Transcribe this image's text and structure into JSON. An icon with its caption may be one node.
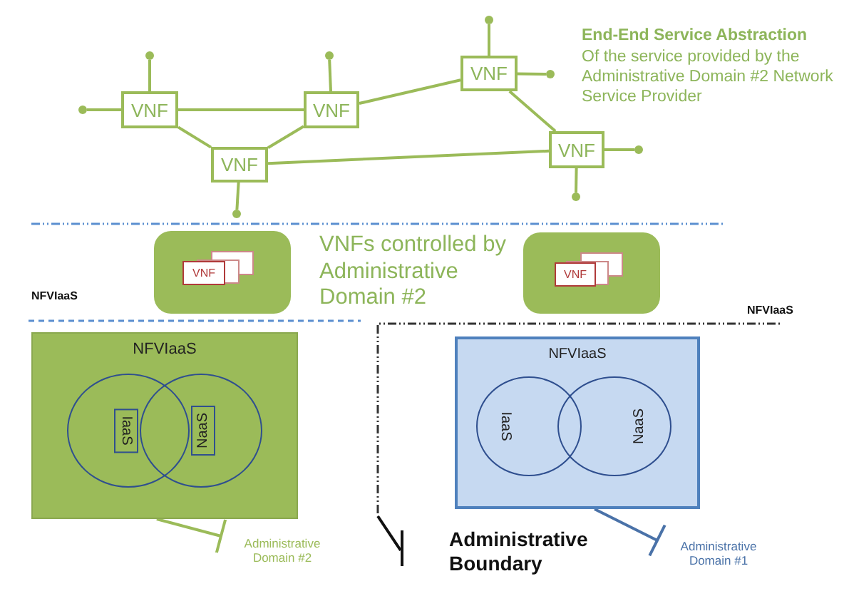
{
  "diagram": {
    "nodes": [
      {
        "text": [
          "VNF"
        ]
      },
      {
        "text": [
          "VNF"
        ]
      },
      {
        "text": [
          "VNF"
        ]
      },
      {
        "text": [
          "VNF"
        ]
      },
      {
        "text": [
          "VNF"
        ]
      },
      {
        "text": [],
        "shape": "circle"
      },
      {
        "text": [],
        "shape": "circle"
      },
      {
        "text": [],
        "shape": "circle"
      },
      {
        "text": [],
        "shape": "circle"
      },
      {
        "text": [],
        "shape": "circle"
      },
      {
        "text": [],
        "shape": "circle"
      },
      {
        "text": [],
        "shape": "circle"
      },
      {
        "text": [],
        "shape": "circle"
      },
      {
        "text": [],
        "shape": "box"
      },
      {
        "text": [
          "VNF"
        ],
        "in": 13
      },
      {
        "text": [],
        "shape": "box"
      },
      {
        "text": [
          "VNF"
        ],
        "in": 15
      },
      {
        "text": [
          "NFVIaaS"
        ]
      },
      {
        "text": [
          "IaaS"
        ],
        "in": 17
      },
      {
        "text": [
          "NaaS"
        ],
        "in": 17
      },
      {
        "text": [
          "NFVIaaS"
        ]
      },
      {
        "text": [
          "IaaS"
        ],
        "in": 20
      },
      {
        "text": [
          "NaaS"
        ],
        "in": 20
      },
      {
        "text": [
          "Administrative Domain #2"
        ]
      },
      {
        "text": [
          "Administrative Domain #1"
        ]
      }
    ],
    "edges": [
      {
        "from": 0,
        "to": 1,
        "arrow": "none"
      },
      {
        "from": 1,
        "to": 2,
        "arrow": "none"
      },
      {
        "from": 0,
        "to": 3,
        "arrow": "none"
      },
      {
        "from": 1,
        "to": 3,
        "arrow": "none"
      },
      {
        "from": 3,
        "to": 4,
        "arrow": "none"
      },
      {
        "from": 2,
        "to": 4,
        "arrow": "none"
      },
      {
        "from": 5,
        "to": 0,
        "arrow": "none"
      },
      {
        "from": 6,
        "to": 0,
        "arrow": "none"
      },
      {
        "from": 8,
        "to": 1,
        "arrow": "none"
      },
      {
        "from": 9,
        "to": 2,
        "arrow": "none"
      },
      {
        "from": 2,
        "to": 10,
        "arrow": "none"
      },
      {
        "from": 3,
        "to": 7,
        "arrow": "none"
      },
      {
        "from": 4,
        "to": 11,
        "arrow": "none"
      },
      {
        "from": 4,
        "to": 12,
        "arrow": "none"
      },
      {
        "from": 23,
        "to": 17,
        "arrow": "other"
      },
      {
        "from": 24,
        "to": 20,
        "arrow": "other",
        "color": "#4a72a8"
      }
    ],
    "labels": [
      "End-End Service Abstraction",
      "Of the service provided by the Administrative Domain #2 Network Service Provider",
      "VNFs controlled by Administrative Domain #2",
      "NFVIaaS",
      "NFVIaaS",
      "Administrative Boundary"
    ]
  }
}
